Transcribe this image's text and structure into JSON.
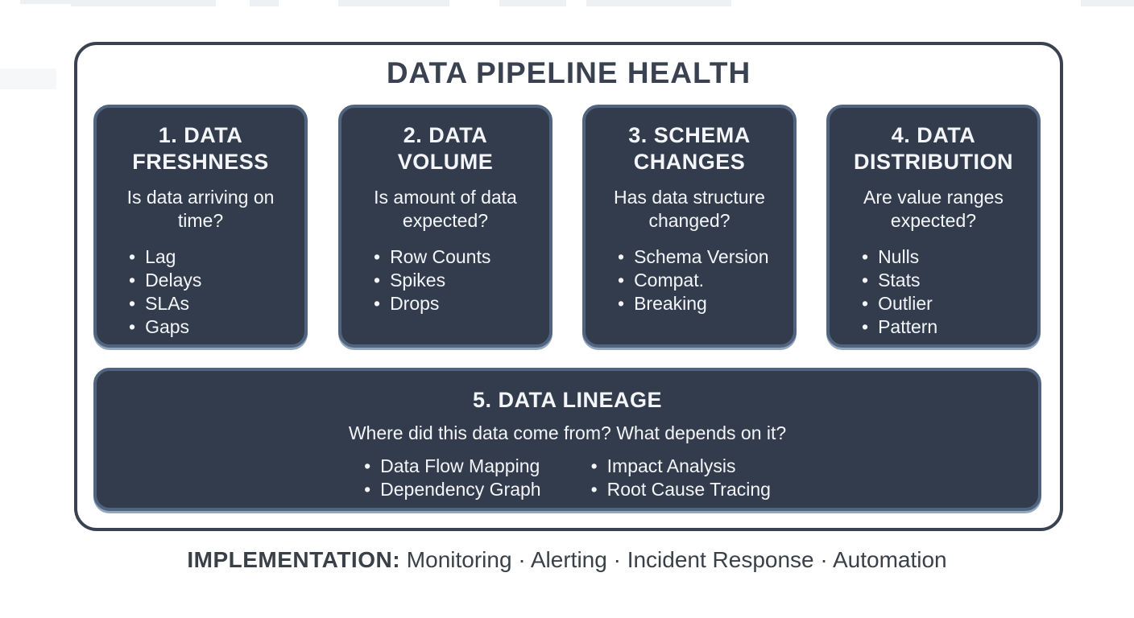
{
  "title": "DATA PIPELINE HEALTH",
  "cards": [
    {
      "title_lines": [
        "1. DATA",
        "FRESHNESS"
      ],
      "question": "Is data arriving on time?",
      "bullets": [
        "Lag",
        "Delays",
        "SLAs",
        "Gaps"
      ]
    },
    {
      "title_lines": [
        "2. DATA",
        "VOLUME"
      ],
      "question": "Is amount of data expected?",
      "bullets": [
        "Row Counts",
        "Spikes",
        "Drops"
      ]
    },
    {
      "title_lines": [
        "3. SCHEMA",
        "CHANGES"
      ],
      "question": "Has data structure changed?",
      "bullets": [
        "Schema Version",
        "Compat.",
        "Breaking"
      ]
    },
    {
      "title_lines": [
        "4. DATA",
        "DISTRIBUTION"
      ],
      "question": "Are value ranges expected?",
      "bullets": [
        "Nulls",
        "Stats",
        "Outlier",
        "Pattern"
      ]
    }
  ],
  "lineage": {
    "title": "5. DATA LINEAGE",
    "question": "Where did this data come from? What depends on it?",
    "columns": [
      [
        "Data Flow Mapping",
        "Dependency Graph"
      ],
      [
        "Impact Analysis",
        "Root Cause Tracing"
      ]
    ]
  },
  "implementation": {
    "label": "IMPLEMENTATION:",
    "text": " Monitoring · Alerting · Incident Response · Automation"
  },
  "colors": {
    "card_bg": "#323c4c",
    "card_border": "#50647f",
    "panel_border": "#3a4150",
    "title_text": "#3a4252",
    "card_text": "#f3f5f8",
    "footer_text": "#3a4048"
  }
}
